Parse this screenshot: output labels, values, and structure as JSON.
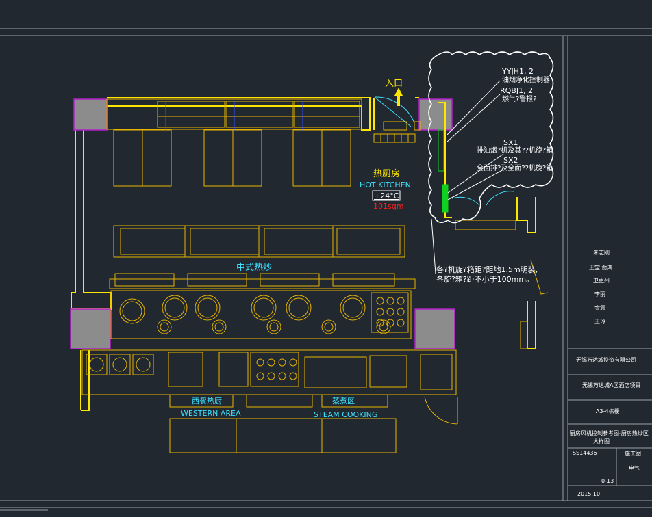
{
  "colors": {
    "background": "#212830",
    "frame": "#9aa0a8",
    "equipment": "#e8b400",
    "wall": "#ffe600",
    "column_fill": "#8c8c8c",
    "column_border": "#b020c8",
    "cyan": "#3ee0ff",
    "red": "#ff2020",
    "green": "#10d020",
    "white": "#ffffff",
    "blue": "#3850ff"
  },
  "labels": {
    "entrance": "入口",
    "hot_kitchen_cn": "热厨房",
    "hot_kitchen_en": "HOT KITCHEN",
    "temperature": "+24°C",
    "area": "101sqm",
    "chinese_stirfry": "中式热炒",
    "western_area_cn": "西餐热厨",
    "western_area_en": "WESTERN AREA",
    "steam_cooking_cn": "蒸煮区",
    "steam_cooking_en": "STEAM COOKING"
  },
  "detail_callout": {
    "code_1": "YYJH1, 2",
    "desc_1": "油烟净化控制器",
    "code_2": "RQBJ1, 2",
    "desc_2": "燃气?警报?",
    "code_3": "SX1",
    "desc_3": "排油烟?机及其??机旋?箱",
    "code_4": "SX2",
    "desc_4": "全面排?及全面??机旋?箱"
  },
  "notes": {
    "line_1": "各?机旋?箱距?距地1.5m明装,",
    "line_2": "各旋?箱?距不小于100mm。"
  },
  "title_block": {
    "sig_1": "朱志刚",
    "sig_2": "王宝 俞鸿",
    "sig_3": "卫更州",
    "sig_4": "李丽",
    "sig_5": "金震",
    "sig_6": "王玲",
    "client": "无锡万达城投资有限公司",
    "project": "无锡万达城A区酒店项目",
    "zone": "A3-4栋楼",
    "drawing_title_1": "厨房风机控制参考图-厨房热炒区",
    "drawing_title_2": "大样图",
    "drawing_number": "SS14436",
    "stage": "施工图",
    "discipline": "电气",
    "sheet": "0-13",
    "date": "2015.10"
  }
}
